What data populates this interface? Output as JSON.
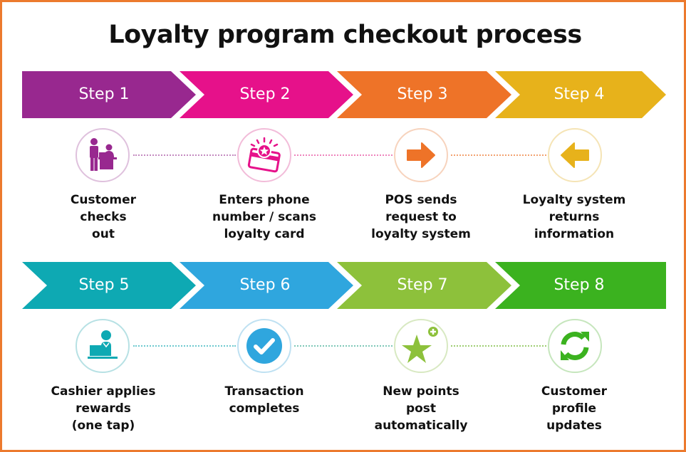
{
  "title": "Loyalty program checkout process",
  "colors": {
    "border": "#ec7a2e"
  },
  "steps": [
    {
      "label": "Step 1",
      "color": "#98288f",
      "ring": "#dfc1dd",
      "icon": "customer-at-counter-icon",
      "caption": [
        "Customer",
        "checks",
        "out"
      ]
    },
    {
      "label": "Step 2",
      "color": "#e6118a",
      "ring": "#f2bcd9",
      "icon": "loyalty-card-star-icon",
      "caption": [
        "Enters phone",
        "number / scans",
        "loyalty card"
      ]
    },
    {
      "label": "Step 3",
      "color": "#ee7328",
      "ring": "#f7d3bd",
      "icon": "arrow-right-icon",
      "caption": [
        "POS sends",
        "request to",
        "loyalty system"
      ]
    },
    {
      "label": "Step 4",
      "color": "#e7b21b",
      "ring": "#f5e4b5",
      "icon": "arrow-left-icon",
      "caption": [
        "Loyalty system",
        "returns",
        "information"
      ]
    },
    {
      "label": "Step 5",
      "color": "#0ea9b3",
      "ring": "#b7e1e4",
      "icon": "cashier-at-laptop-icon",
      "caption": [
        "Cashier applies",
        "rewards",
        "(one tap)"
      ]
    },
    {
      "label": "Step 6",
      "color": "#2fa6de",
      "ring": "#bfe1f2",
      "icon": "check-circle-icon",
      "caption": [
        "Transaction",
        "completes"
      ]
    },
    {
      "label": "Step 7",
      "color": "#8dc13b",
      "ring": "#d8e9c2",
      "icon": "star-plus-icon",
      "caption": [
        "New points",
        "post",
        "automatically"
      ]
    },
    {
      "label": "Step 8",
      "color": "#3bb21f",
      "ring": "#c6e6bd",
      "icon": "refresh-icon",
      "caption": [
        "Customer",
        "profile",
        "updates"
      ]
    }
  ]
}
